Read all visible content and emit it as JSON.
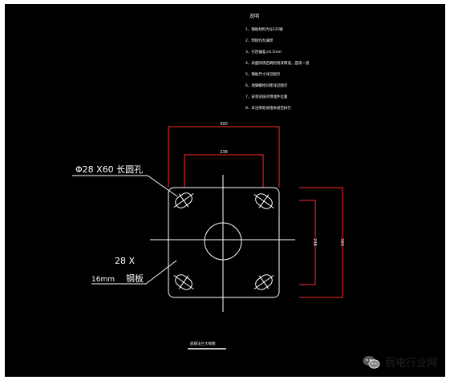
{
  "notes": {
    "heading": "说明",
    "lines": [
      "1、钢板材料为Q235钢",
      "2、焊接均为满焊",
      "3、孔径偏差±0.5mm",
      "4、表面除锈后刷防锈漆两道，面漆一道",
      "5、钢板尺寸详见图示",
      "6、地脚螺栓间距详见图示",
      "7、安装前核对预埋件位置",
      "8、未注明处按相关规范执行"
    ]
  },
  "dimensions": {
    "top_outer": "300",
    "top_inner": "238",
    "right_outer": "300",
    "right_inner": "238"
  },
  "callouts": {
    "hole_label": "Φ28 X60 长圆孔",
    "plate_label_line1": "28 X",
    "plate_label_line2": "16mm",
    "plate_label_material": "钢板"
  },
  "drawing_title": "底座法兰大样图",
  "watermark": {
    "text": "弱电行业网"
  },
  "colors": {
    "background": "#000000",
    "lines": "#ffffff",
    "dimension": "#ff2a2a"
  }
}
